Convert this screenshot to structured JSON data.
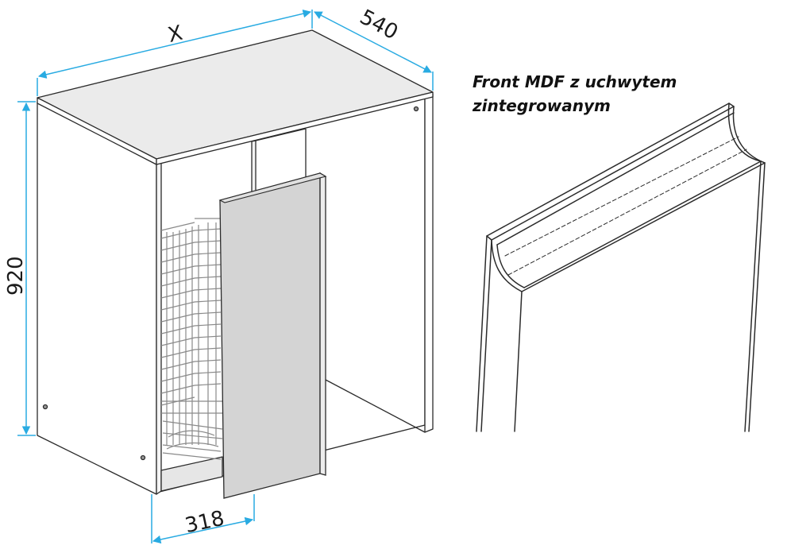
{
  "dimensions": {
    "width_label": "X",
    "depth_label": "540",
    "height_label": "920",
    "opening_label": "318"
  },
  "note": {
    "line1": "Front MDF z uchwytem",
    "line2": "zintegrowanym"
  },
  "colors": {
    "dimension_line": "#29abe2",
    "outline": "#2b2b2b",
    "panel_gray": "#d4d4d4",
    "basket_wire": "#8a8a8a"
  }
}
